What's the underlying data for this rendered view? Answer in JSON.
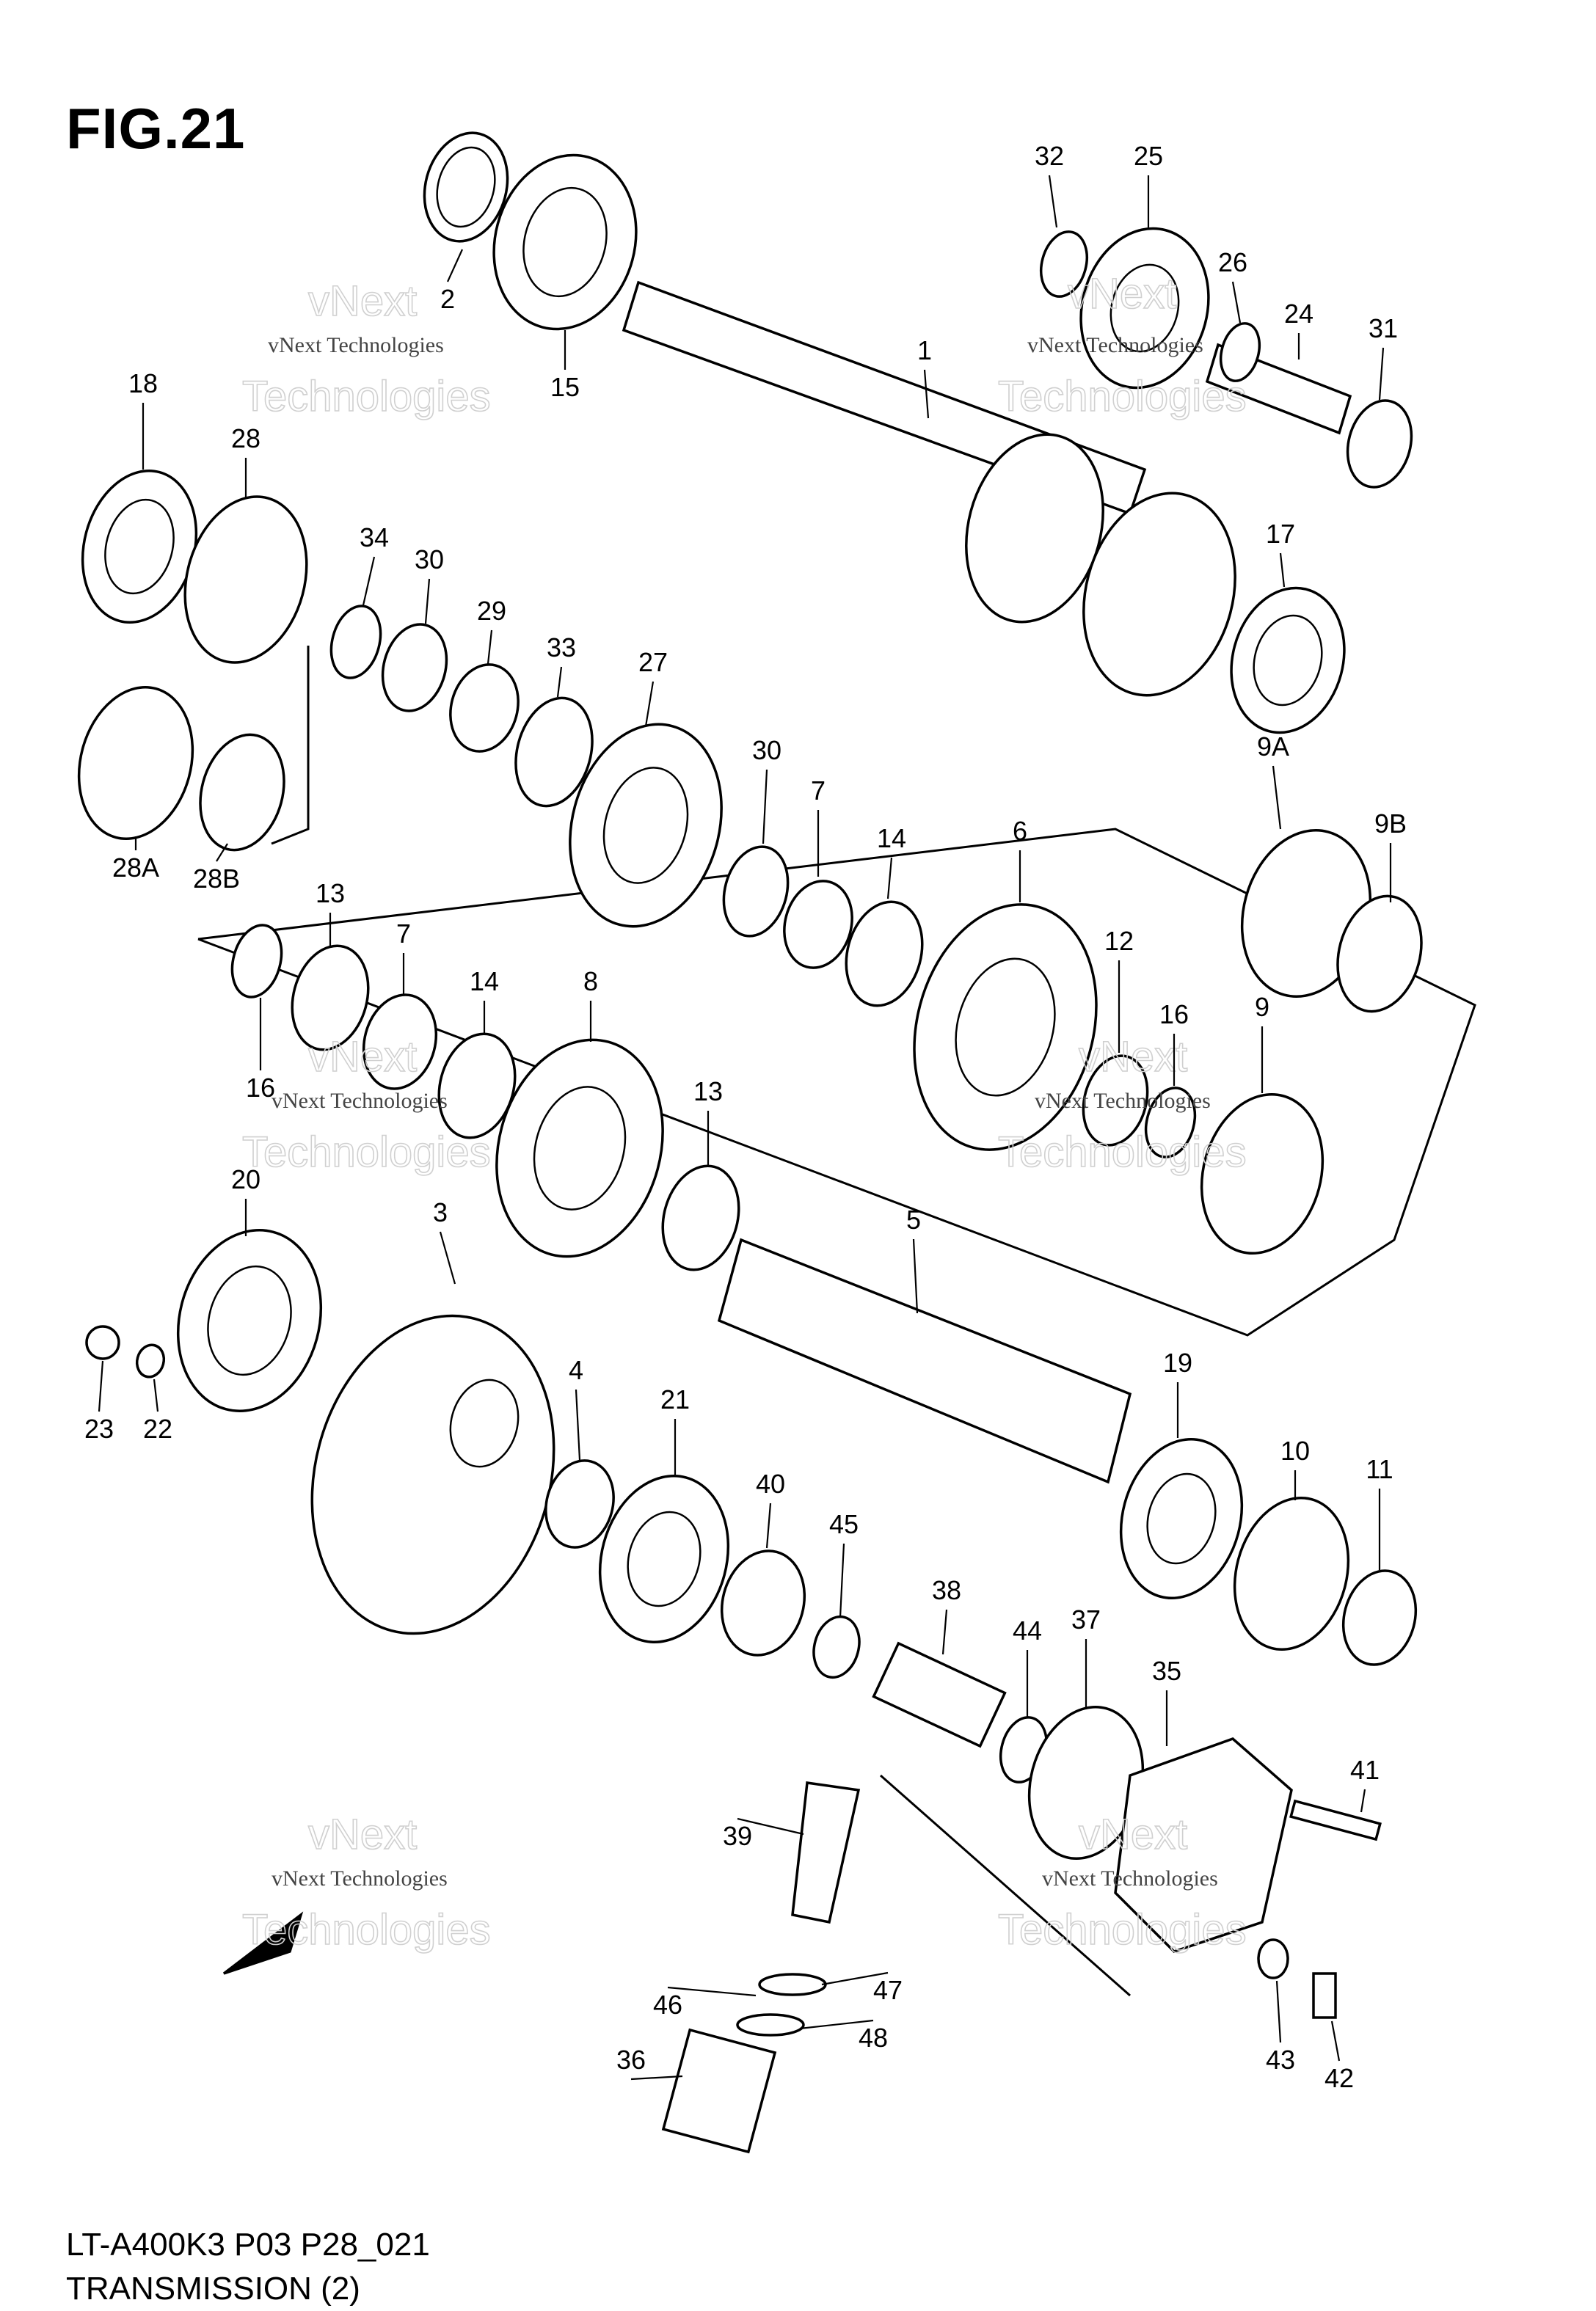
{
  "figure": {
    "title": "FIG.21",
    "footer_model": "LT-A400K3 P03 P28_021",
    "footer_name": "TRANSMISSION (2)"
  },
  "watermark": {
    "line1": "vNext",
    "line2": "vNext Technologies",
    "line3": "Technologies"
  },
  "front_arrow_label": "FWD",
  "callouts": [
    "1",
    "2",
    "3",
    "4",
    "5",
    "6",
    "7",
    "7",
    "8",
    "9",
    "9A",
    "9B",
    "10",
    "11",
    "12",
    "13",
    "13",
    "14",
    "14",
    "15",
    "16",
    "16",
    "17",
    "18",
    "19",
    "20",
    "21",
    "22",
    "23",
    "24",
    "25",
    "26",
    "27",
    "28",
    "28A",
    "28B",
    "29",
    "30",
    "30",
    "31",
    "32",
    "33",
    "34",
    "35",
    "36",
    "37",
    "38",
    "39",
    "40",
    "41",
    "42",
    "43",
    "44",
    "45",
    "46",
    "47",
    "48"
  ]
}
